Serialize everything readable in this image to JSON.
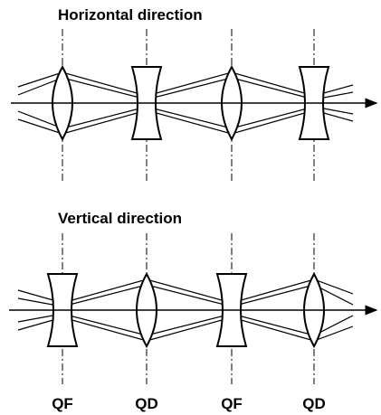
{
  "colors": {
    "line": "#000000",
    "background": "#ffffff"
  },
  "panels": [
    {
      "title": "Horizontal direction",
      "lenses": [
        {
          "label": "QF",
          "shape": "convex"
        },
        {
          "label": "QD",
          "shape": "concave"
        },
        {
          "label": "QF",
          "shape": "convex"
        },
        {
          "label": "QD",
          "shape": "concave"
        }
      ]
    },
    {
      "title": "Vertical direction",
      "lenses": [
        {
          "label": "QF",
          "shape": "concave"
        },
        {
          "label": "QD",
          "shape": "convex"
        },
        {
          "label": "QF",
          "shape": "concave"
        },
        {
          "label": "QD",
          "shape": "convex"
        }
      ]
    }
  ],
  "bottom_labels": [
    "QF",
    "QD",
    "QF",
    "QD"
  ]
}
